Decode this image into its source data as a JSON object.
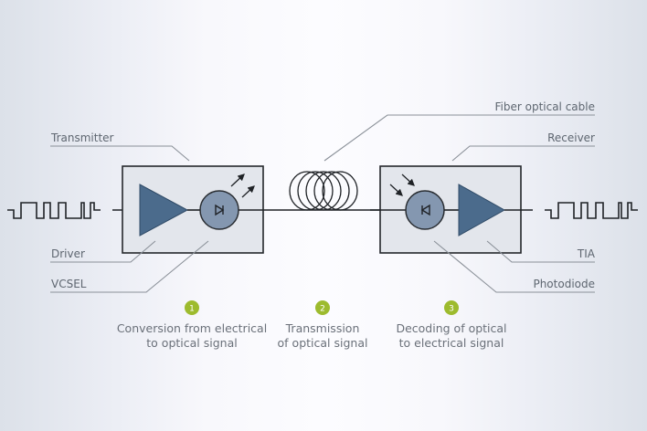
{
  "labels": {
    "transmitter": "Transmitter",
    "driver": "Driver",
    "vcsel": "VCSEL",
    "fiber": "Fiber optical cable",
    "receiver": "Receiver",
    "tia": "TIA",
    "photodiode": "Photodiode"
  },
  "steps": [
    {
      "number": "1",
      "line1": "Conversion from electrical",
      "line2": "to optical signal"
    },
    {
      "number": "2",
      "line1": "Transmission",
      "line2": "of optical signal"
    },
    {
      "number": "3",
      "line1": "Decoding of optical",
      "line2": "to electrical signal"
    }
  ],
  "colors": {
    "badge": "#9dbb2e",
    "amplifier": "#4b6b8c",
    "diode": "#8497b0",
    "box": "#e3e6ec"
  }
}
